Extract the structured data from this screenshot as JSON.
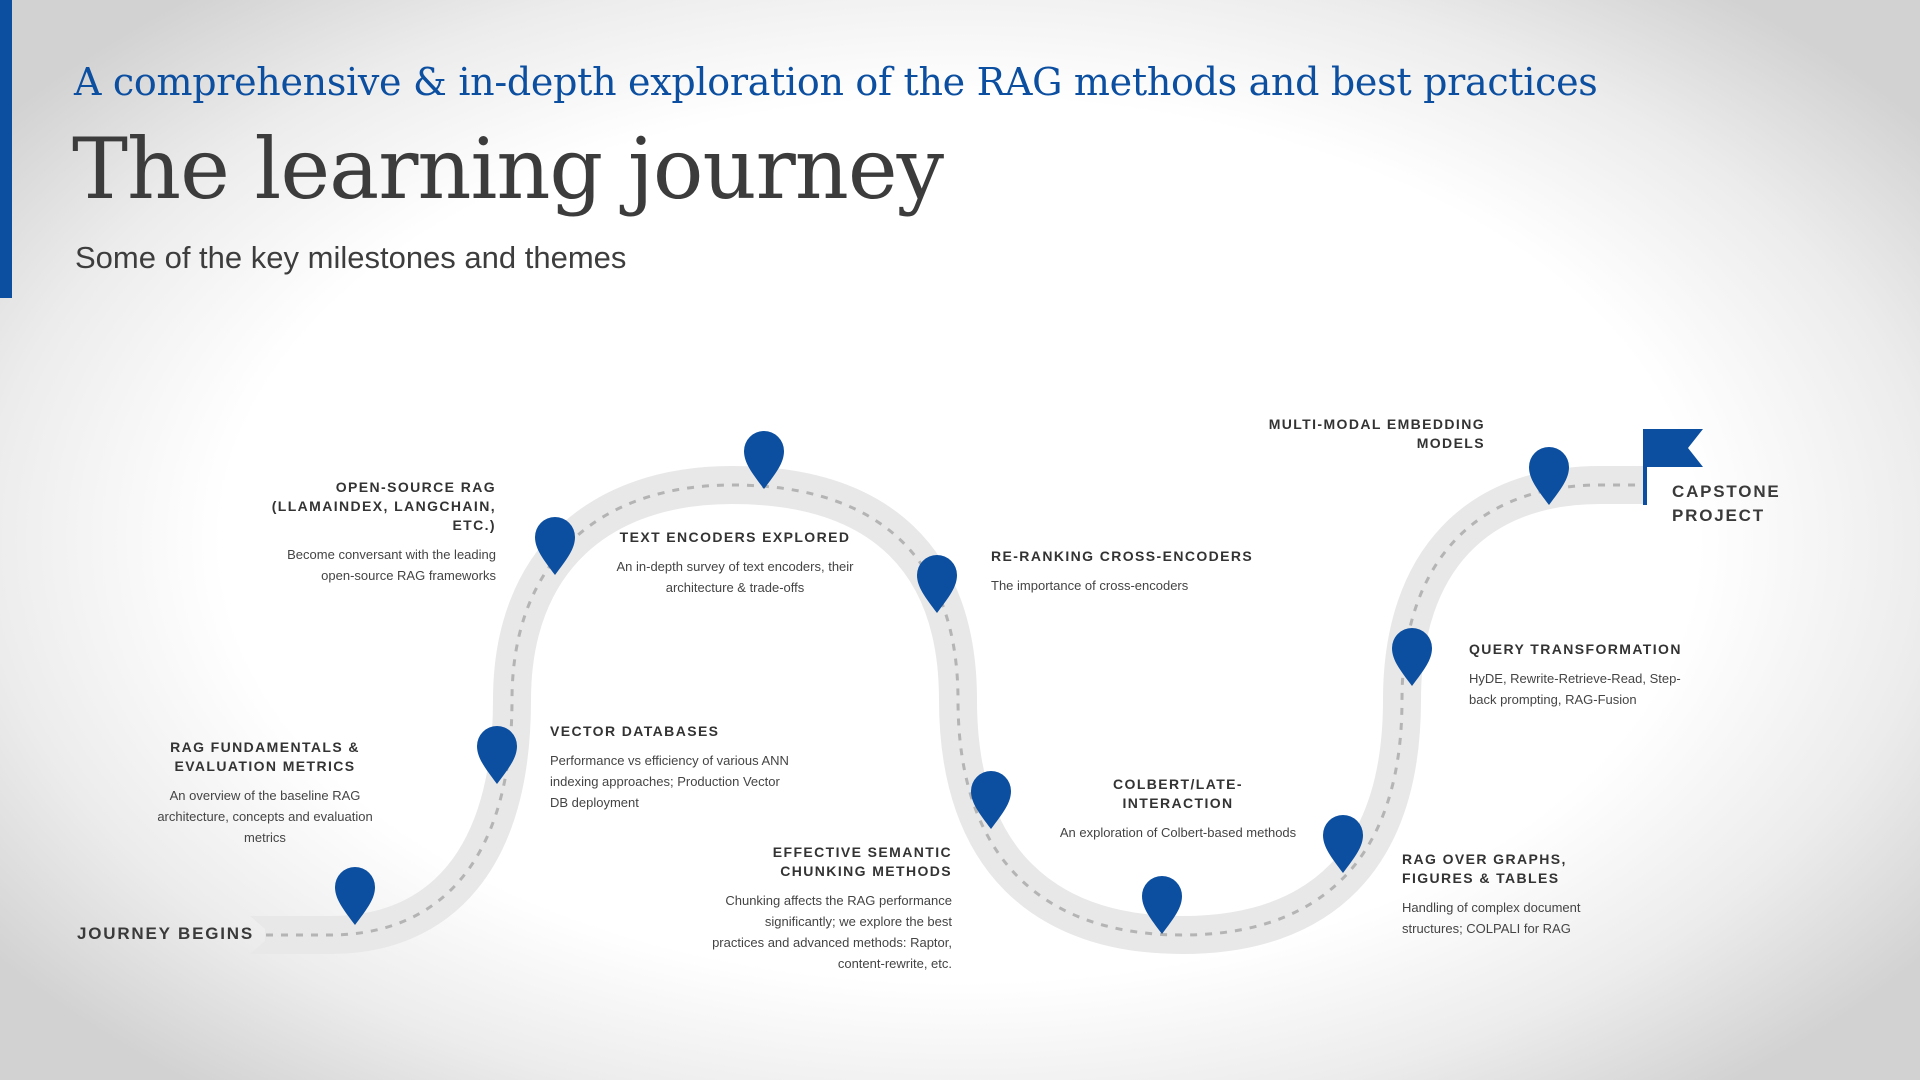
{
  "colors": {
    "accent": "#0c4fa0",
    "road": "#e8e8e8",
    "dash": "#b4b4b4"
  },
  "header": {
    "subtitle": "A comprehensive & in-depth exploration of the RAG methods and best practices",
    "title": "The learning journey",
    "tagline": "Some of the key milestones and themes"
  },
  "journey": {
    "start_label": "JOURNEY BEGINS",
    "end_label": "CAPSTONE PROJECT",
    "end_icon": "flag-icon",
    "pin_icon": "map-pin-icon",
    "milestones": [
      {
        "title": "RAG FUNDAMENTALS & EVALUATION METRICS",
        "description": "An overview of the baseline RAG architecture, concepts and evaluation metrics"
      },
      {
        "title": "VECTOR DATABASES",
        "description": "Performance vs efficiency of various ANN indexing approaches; Production Vector DB deployment"
      },
      {
        "title": "OPEN-SOURCE RAG (LLAMAINDEX, LANGCHAIN, ETC.)",
        "description": "Become conversant with the leading open-source RAG frameworks"
      },
      {
        "title": "TEXT ENCODERS EXPLORED",
        "description": "An in-depth survey of text encoders, their architecture & trade-offs"
      },
      {
        "title": "RE-RANKING CROSS-ENCODERS",
        "description": "The importance of cross-encoders"
      },
      {
        "title": "EFFECTIVE SEMANTIC CHUNKING METHODS",
        "description": "Chunking affects the RAG performance significantly; we explore the best practices and advanced methods: Raptor, content-rewrite, etc."
      },
      {
        "title": "COLBERT/LATE-INTERACTION",
        "description": "An exploration of Colbert-based methods"
      },
      {
        "title": "RAG OVER GRAPHS, FIGURES & TABLES",
        "description": "Handling of complex document structures; COLPALI for RAG"
      },
      {
        "title": "QUERY TRANSFORMATION",
        "description": "HyDE, Rewrite-Retrieve-Read, Step-back prompting, RAG-Fusion"
      },
      {
        "title": "MULTI-MODAL EMBEDDING MODELS",
        "description": ""
      }
    ]
  }
}
